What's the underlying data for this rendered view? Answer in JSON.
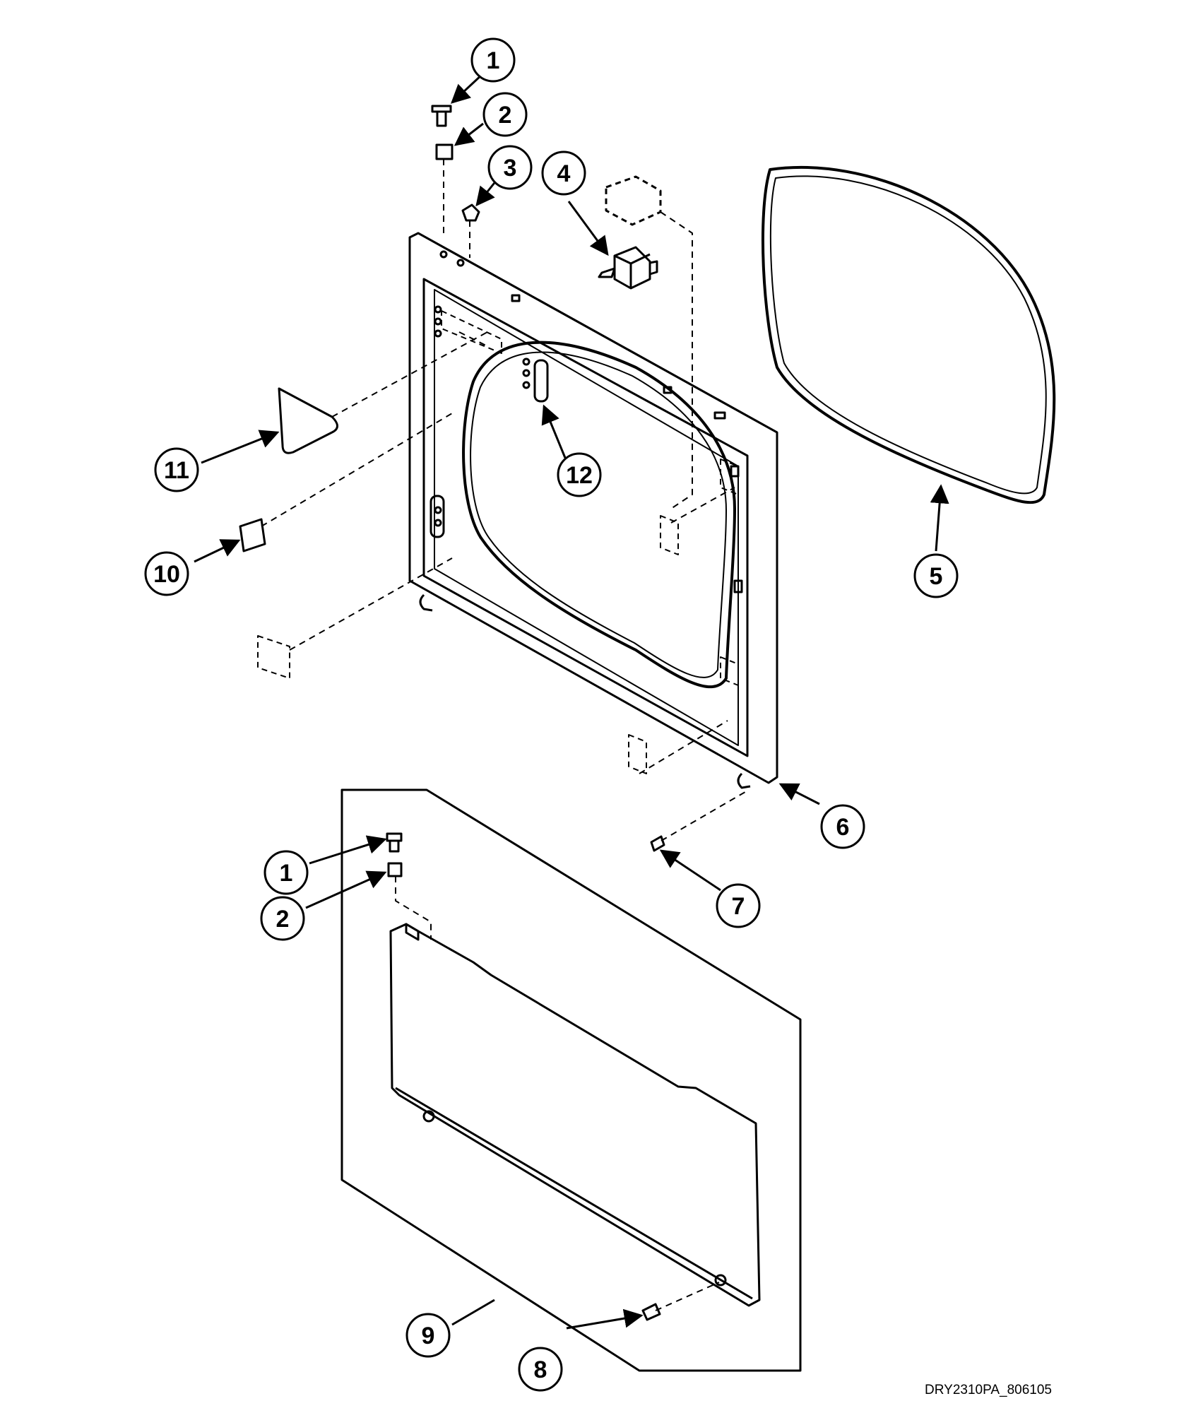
{
  "callouts": [
    {
      "id": "c1a",
      "label": "1"
    },
    {
      "id": "c2a",
      "label": "2"
    },
    {
      "id": "c3",
      "label": "3"
    },
    {
      "id": "c4",
      "label": "4"
    },
    {
      "id": "c5",
      "label": "5"
    },
    {
      "id": "c6",
      "label": "6"
    },
    {
      "id": "c7",
      "label": "7"
    },
    {
      "id": "c8",
      "label": "8"
    },
    {
      "id": "c9",
      "label": "9"
    },
    {
      "id": "c10",
      "label": "10"
    },
    {
      "id": "c11",
      "label": "11"
    },
    {
      "id": "c12",
      "label": "12"
    },
    {
      "id": "c1b",
      "label": "1"
    },
    {
      "id": "c2b",
      "label": "2"
    }
  ],
  "drawing_code": "DRY2310PA_806105"
}
